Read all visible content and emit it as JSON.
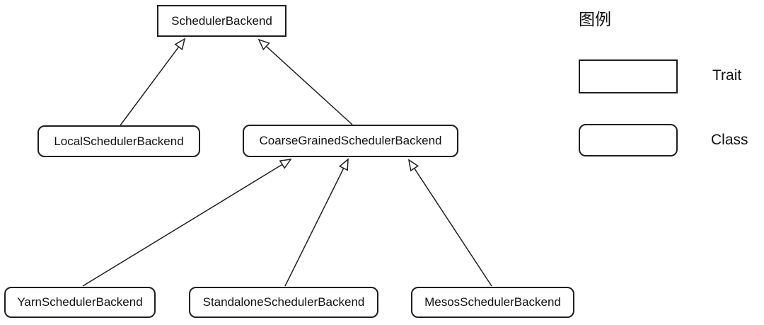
{
  "diagram": {
    "nodes": [
      {
        "id": "scheduler-backend",
        "label": "SchedulerBackend",
        "type": "trait"
      },
      {
        "id": "local-scheduler-backend",
        "label": "LocalSchedulerBackend",
        "type": "class"
      },
      {
        "id": "coarse-grained-scheduler-backend",
        "label": "CoarseGrainedSchedulerBackend",
        "type": "class"
      },
      {
        "id": "yarn-scheduler-backend",
        "label": "YarnSchedulerBackend",
        "type": "class"
      },
      {
        "id": "standalone-scheduler-backend",
        "label": "StandaloneSchedulerBackend",
        "type": "class"
      },
      {
        "id": "mesos-scheduler-backend",
        "label": "MesosSchedulerBackend",
        "type": "class"
      }
    ],
    "edges": [
      {
        "from": "local-scheduler-backend",
        "to": "scheduler-backend",
        "relation": "extends"
      },
      {
        "from": "coarse-grained-scheduler-backend",
        "to": "scheduler-backend",
        "relation": "extends"
      },
      {
        "from": "yarn-scheduler-backend",
        "to": "coarse-grained-scheduler-backend",
        "relation": "extends"
      },
      {
        "from": "standalone-scheduler-backend",
        "to": "coarse-grained-scheduler-backend",
        "relation": "extends"
      },
      {
        "from": "mesos-scheduler-backend",
        "to": "coarse-grained-scheduler-backend",
        "relation": "extends"
      }
    ]
  },
  "legend": {
    "title": "图例",
    "items": [
      {
        "shape": "rectangle",
        "label": "Trait"
      },
      {
        "shape": "rounded-rectangle",
        "label": "Class"
      }
    ]
  },
  "colors": {
    "background": "#ffffff",
    "stroke": "#1f1f1f",
    "text": "#111111"
  }
}
